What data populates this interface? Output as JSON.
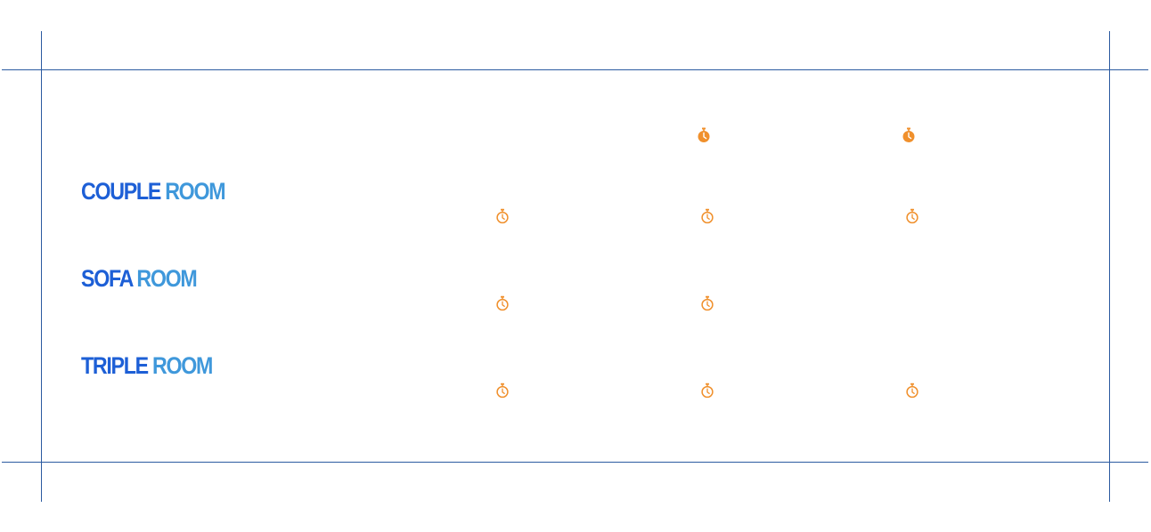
{
  "accent_colors": {
    "title_primary": "#1d5fd6",
    "title_secondary": "#3f98db",
    "icon": "#f0902c",
    "guide_lines": "#2b5aa0"
  },
  "rooms": [
    {
      "word1": "COUPLE",
      "word2": "ROOM"
    },
    {
      "word1": "SOFA",
      "word2": "ROOM"
    },
    {
      "word1": "TRIPLE",
      "word2": "ROOM"
    }
  ],
  "header_icons": {
    "icon": "stopwatch-icon",
    "style": "filled",
    "count": 2
  },
  "timer_icons": {
    "icon": "stopwatch-icon",
    "style": "outline",
    "rows": [
      3,
      2,
      3
    ]
  }
}
